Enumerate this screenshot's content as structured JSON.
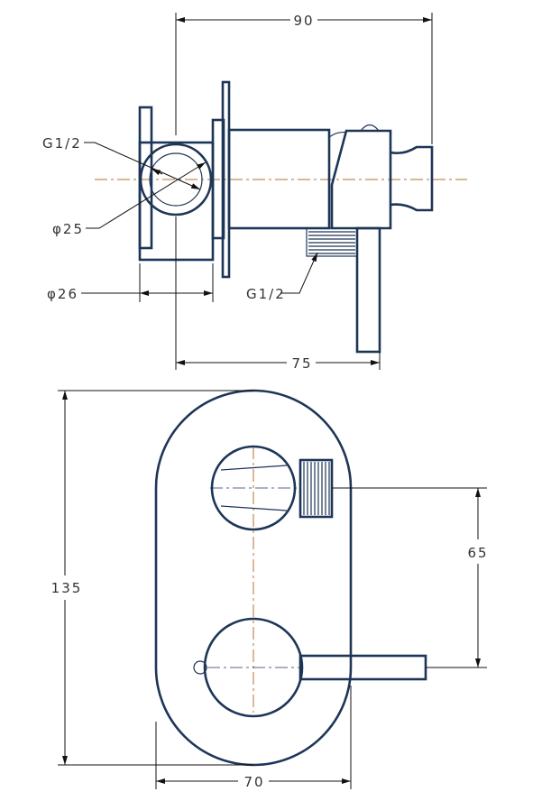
{
  "side_view": {
    "dim_width_total": "90",
    "dim_width_to_lever": "75",
    "label_outlet_thread": "G1/2",
    "label_outlet_diameter": "φ25",
    "label_backbox_diameter": "φ26",
    "label_inlet_thread": "G1/2"
  },
  "front_view": {
    "dim_height": "135",
    "dim_center_distance": "65",
    "dim_width": "70"
  },
  "colors": {
    "outline": "#1d3557",
    "centerline": "#b0702e"
  }
}
